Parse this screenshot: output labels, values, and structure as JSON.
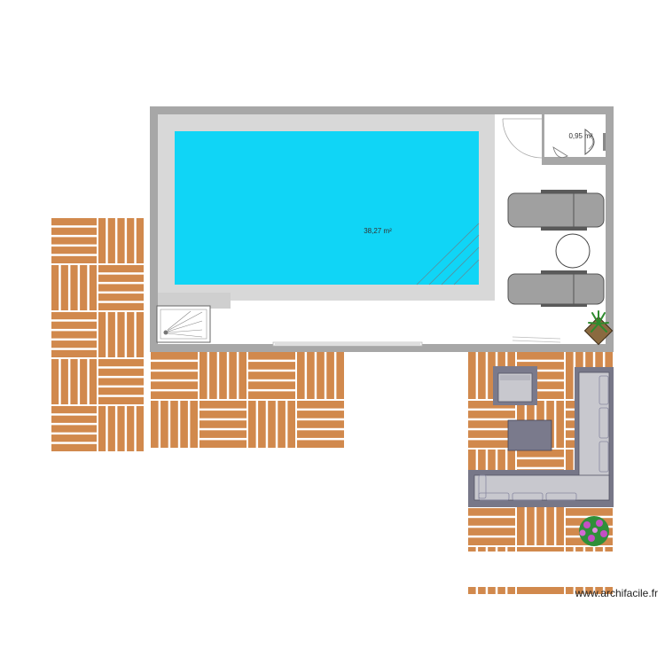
{
  "plan": {
    "pool_area_label": "38,27 m²",
    "small_room_area_label": "0,95 m²",
    "watermark": "www.archifacile.fr"
  },
  "colors": {
    "wall": "#a7a7a7",
    "pool_water": "#10d5f6",
    "pool_coping": "#d8d8d8",
    "wood": "#d1894d",
    "lounger": "#a0a0a0",
    "sofa": "#c8c8ce",
    "sofa_frame": "#777788",
    "table": "#7a7a8c"
  },
  "icons": [
    "shower-icon",
    "door-swing-icon",
    "toilet-icon",
    "palm-plant-icon",
    "flower-plant-icon"
  ]
}
